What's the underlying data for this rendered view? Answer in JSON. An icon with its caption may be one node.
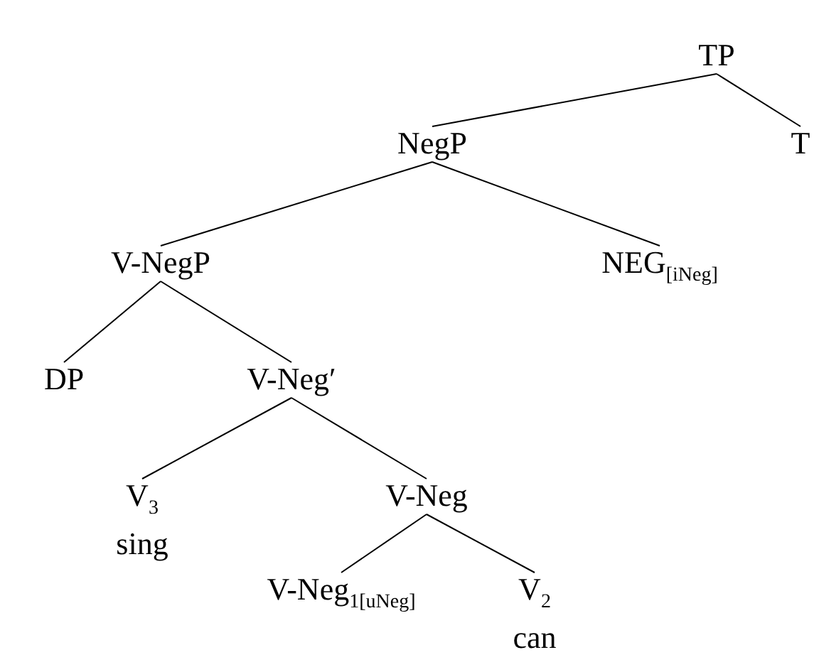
{
  "diagram": {
    "nodes": [
      {
        "text": [
          "TP"
        ]
      },
      {
        "text": [
          "NegP"
        ]
      },
      {
        "text": [
          "T"
        ]
      },
      {
        "text": [
          "V-NegP"
        ]
      },
      {
        "text": [
          "NEG$_{[iNeg]}$"
        ]
      },
      {
        "text": [
          "DP"
        ]
      },
      {
        "text": [
          "V-Neg′"
        ]
      },
      {
        "text": [
          "V$_{3}$",
          "sing"
        ]
      },
      {
        "text": [
          "V-Neg"
        ]
      },
      {
        "text": [
          "V-Neg$_{1[uNeg]}$"
        ]
      },
      {
        "text": [
          "V$_{2}$",
          "can"
        ]
      }
    ],
    "edges": [
      {
        "from": 0,
        "to": 1,
        "arrow": "none"
      },
      {
        "from": 0,
        "to": 2,
        "arrow": "none"
      },
      {
        "from": 1,
        "to": 3,
        "arrow": "none"
      },
      {
        "from": 1,
        "to": 4,
        "arrow": "none"
      },
      {
        "from": 3,
        "to": 5,
        "arrow": "none"
      },
      {
        "from": 3,
        "to": 6,
        "arrow": "none"
      },
      {
        "from": 6,
        "to": 7,
        "arrow": "none"
      },
      {
        "from": 6,
        "to": 8,
        "arrow": "none"
      },
      {
        "from": 8,
        "to": 9,
        "arrow": "none"
      },
      {
        "from": 8,
        "to": 10,
        "arrow": "none"
      }
    ]
  }
}
